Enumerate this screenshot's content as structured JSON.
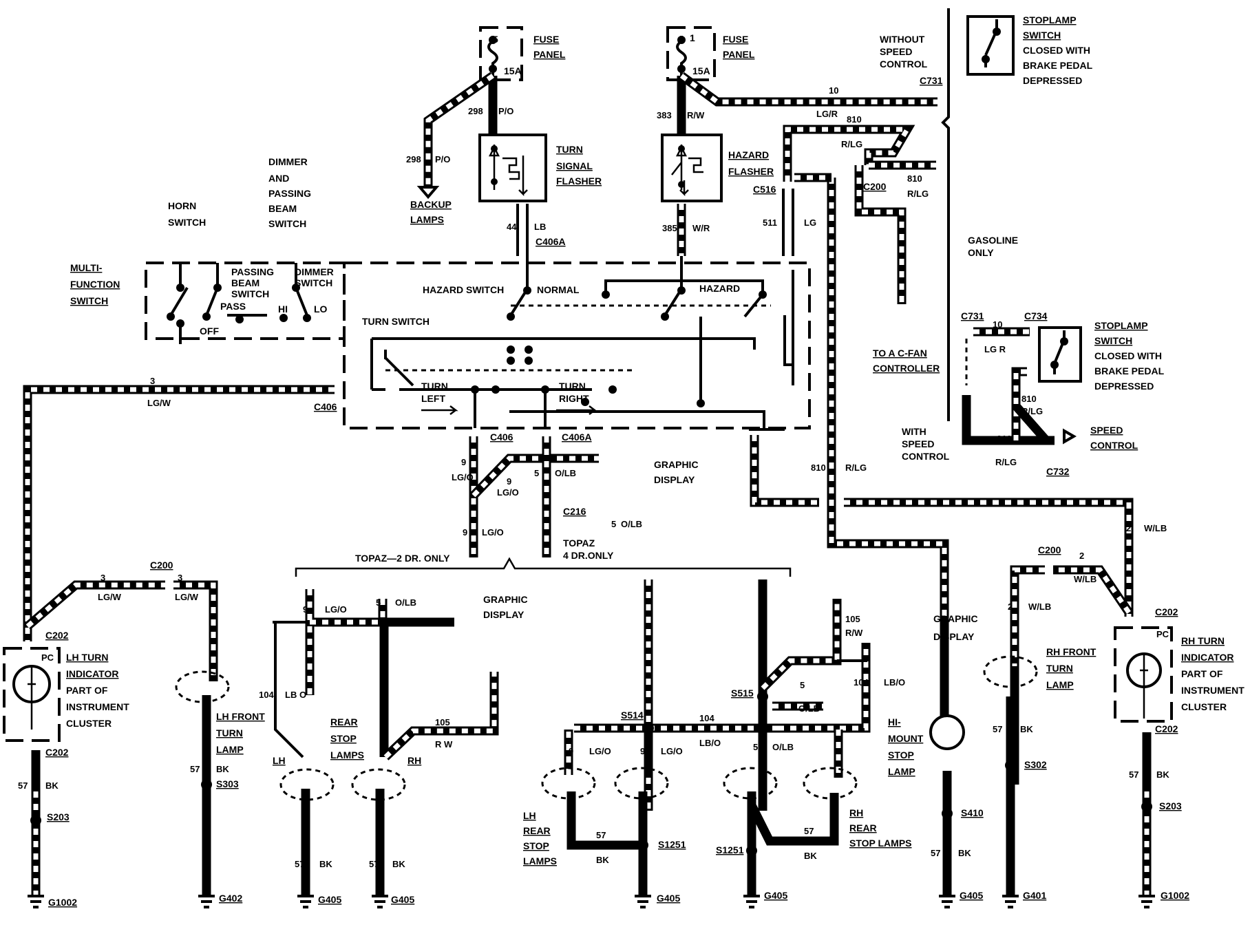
{
  "fuse_left": {
    "num": "5",
    "amp": "15A",
    "title1": "FUSE",
    "title2": "PANEL"
  },
  "fuse_right": {
    "num": "1",
    "amp": "15A",
    "title1": "FUSE",
    "title2": "PANEL"
  },
  "flashers": {
    "turn1": "TURN",
    "turn2": "SIGNAL",
    "turn3": "FLASHER",
    "haz1": "HAZARD",
    "haz2": "FLASHER"
  },
  "backup": {
    "l1": "BACKUP",
    "l2": "LAMPS"
  },
  "speed_notes": {
    "without1": "WITHOUT",
    "without2": "SPEED",
    "without3": "CONTROL",
    "with1": "WITH",
    "with2": "SPEED",
    "with3": "CONTROL",
    "gas1": "GASOLINE",
    "gas2": "ONLY",
    "speed_ctrl1": "SPEED",
    "speed_ctrl2": "CONTROL"
  },
  "stoplamp_top": [
    "STOPLAMP",
    "SWITCH",
    "CLOSED WITH",
    "BRAKE PEDAL",
    "DEPRESSED"
  ],
  "stoplamp_mid": [
    "STOPLAMP",
    "SWITCH",
    "CLOSED WITH",
    "BRAKE PEDAL",
    "DEPRESSED"
  ],
  "acfan": {
    "l1": "TO A C-FAN",
    "l2": "CONTROLLER"
  },
  "mfs": {
    "l1": "MULTI-",
    "l2": "FUNCTION",
    "l3": "SWITCH",
    "horn1": "HORN",
    "horn2": "SWITCH",
    "dim1": "DIMMER",
    "dim2": "AND",
    "dim3": "PASSING",
    "dim4": "BEAM",
    "dim5": "SWITCH",
    "pass1": "PASSING",
    "pass2": "BEAM",
    "pass3": "SWITCH",
    "pass4": "PASS",
    "dsw1": "DIMMER",
    "dsw2": "SWITCH",
    "off": "OFF",
    "hi": "HI",
    "lo": "LO"
  },
  "switch_labels": {
    "hazard_switch": "HAZARD SWITCH",
    "normal": "NORMAL",
    "hazard": "HAZARD",
    "turn_switch": "TURN SWITCH",
    "left1": "TURN",
    "left2": "LEFT",
    "right1": "TURN",
    "right2": "RIGHT"
  },
  "graphic": {
    "a1": "GRAPHIC",
    "a2": "DISPLAY",
    "b1": "GRAPHIC",
    "b2": "DISPLAY",
    "c1": "GRAPHIC",
    "c2": "DISPLAY"
  },
  "topaz": {
    "two_door": "TOPAZ—2 DR. ONLY",
    "four1": "TOPAZ",
    "four2": "4 DR.ONLY"
  },
  "connectors": {
    "c731a": "C731",
    "c731b": "C731",
    "c734": "C734",
    "c732": "C732",
    "c200a": "C200",
    "c200b": "C200",
    "c200c": "C200",
    "c516": "C516",
    "c406a_top": "C406A",
    "c406_left": "C406",
    "c406_bottom": "C406",
    "c406a_bottom": "C406A",
    "c216": "C216",
    "c202_lt": "C202",
    "c202_lb": "C202",
    "c202_rt": "C202",
    "c202_rb": "C202"
  },
  "wires": {
    "w298a": "298",
    "w298a_c": "P/O",
    "w298b": "298",
    "w298b_c": "P/O",
    "w383": "383",
    "w383_c": "R/W",
    "w10a": "10",
    "w10a_c": "LG/R",
    "w10b": "10",
    "w10b_c": "LG R",
    "w810a": "810",
    "w810a_c": "R/LG",
    "w810b": "810",
    "w810b_c": "R/LG",
    "w810c": "810",
    "w810c_c": "R/LG",
    "w810d": "810",
    "w810d_c": "R/LG",
    "w810e": "810",
    "w810e_c": "R/LG",
    "w44": "44",
    "w44_c": "LB",
    "w385": "385",
    "w385_c": "W/R",
    "w511": "511",
    "w511_c": "LG",
    "w3a": "3",
    "w3a_c": "LG/W",
    "w3b": "3",
    "w3b_c": "LG/W",
    "w3c": "3",
    "w3c_c": "LG/W",
    "w9a": "9",
    "w9a_c": "LG/O",
    "w9b": "9",
    "w9b_c": "LG/O",
    "w9c": "9",
    "w9c_c": "LG/O",
    "w5a": "5",
    "w5a_c": "O/LB",
    "w5b": "5",
    "w5b_c": "O/LB",
    "w2a": "2",
    "w2a_c": "W/LB",
    "w2b": "2",
    "w2b_c": "W/LB",
    "w2c": "2",
    "w2c_c": "W/LB",
    "w9d": "9",
    "w9d_c": "LG/O",
    "w5c": "5",
    "w5c_c": "O/LB",
    "w104a": "104",
    "w104a_c": "LB O",
    "w105a": "105",
    "w105a_c": "R W",
    "w9e": "9",
    "w9e_c": "LG/O",
    "w9f": "9",
    "w9f_c": "LG/O",
    "w104b": "104",
    "w104b_c": "LB/O",
    "w5d": "5",
    "w5d_c": "O/LB",
    "w5e": "5",
    "w5e_c": "O/LB",
    "w105b": "105",
    "w105b_c": "R/W",
    "w104c": "104",
    "w104c_c": "LB/O",
    "w57": "57",
    "w57_c": "BK"
  },
  "loads": {
    "lh_ind": [
      "LH TURN",
      "INDICATOR",
      "PART OF",
      "INSTRUMENT",
      "CLUSTER"
    ],
    "rh_ind": [
      "RH TURN",
      "INDICATOR",
      "PART OF",
      "INSTRUMENT",
      "CLUSTER"
    ],
    "pc": "PC",
    "lh_front": [
      "LH FRONT",
      "TURN",
      "LAMP"
    ],
    "rh_front": [
      "RH FRONT",
      "TURN",
      "LAMP"
    ],
    "rear_stop": [
      "REAR",
      "STOP",
      "LAMPS"
    ],
    "lh": "LH",
    "rh": "RH",
    "lh_rear": [
      "LH",
      "REAR",
      "STOP",
      "LAMPS"
    ],
    "rh_rear": [
      "RH",
      "REAR",
      "STOP LAMPS"
    ],
    "himount": [
      "HI-",
      "MOUNT",
      "STOP",
      "LAMP"
    ]
  },
  "splices": {
    "s203a": "S203",
    "s303": "S303",
    "s514": "S514",
    "s515": "S515",
    "s1251a": "S1251",
    "s1251b": "S1251",
    "s410": "S410",
    "s302": "S302",
    "s203b": "S203"
  },
  "grounds": {
    "g1002a": "G1002",
    "g402": "G402",
    "g405a": "G405",
    "g405b": "G405",
    "g405c": "G405",
    "g405d": "G405",
    "g405e": "G405",
    "g401": "G401",
    "g1002b": "G1002"
  }
}
